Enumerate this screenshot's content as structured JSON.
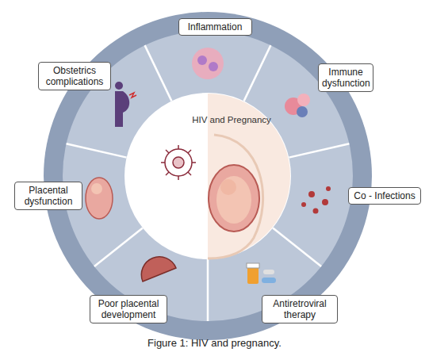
{
  "diagram": {
    "caption": "Figure 1: HIV and pregnancy.",
    "nodes": [
      {
        "text": [
          "HIV and Pregnancy"
        ]
      },
      {
        "text": [
          "Inflammation"
        ]
      },
      {
        "text": [
          "Immune dysfunction"
        ]
      },
      {
        "text": [
          "Co - Infections"
        ]
      },
      {
        "text": [
          "Antiretroviral therapy"
        ]
      },
      {
        "text": [
          "Poor placental development"
        ]
      },
      {
        "text": [
          "Placental dysfunction"
        ]
      },
      {
        "text": [
          "Obstetrics complications"
        ]
      }
    ]
  }
}
